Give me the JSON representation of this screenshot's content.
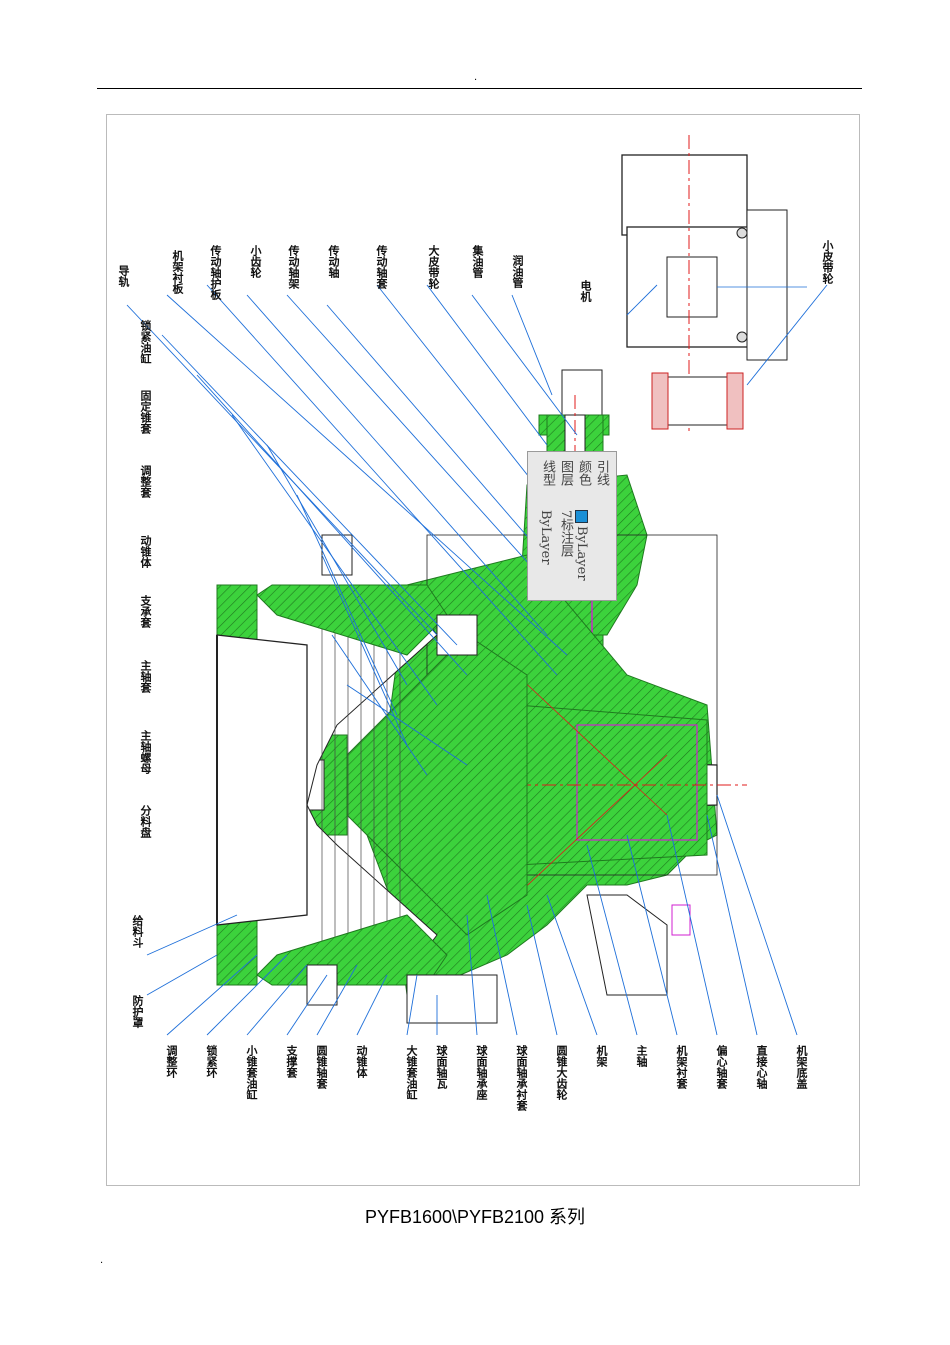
{
  "header": {
    "dot": "."
  },
  "footer": {
    "dot": "."
  },
  "caption": "PYFB1600\\PYFB2100 系列",
  "colors": {
    "casing": "#3cd23c",
    "hatch": "#1f7a1f",
    "centerline": "#e01b1b",
    "magenta": "#d11fd1",
    "callout": "#1e6fd9"
  },
  "property_box": {
    "keys": [
      "引线",
      "颜色",
      "图层",
      "线型"
    ],
    "values": [
      "ByLayer",
      "7标注层",
      "ByLayer"
    ]
  },
  "top_labels": [
    "导轨",
    "锁紧油缸",
    "固定锥套",
    "调整套",
    "动锥体",
    "支承套",
    "主轴套",
    "主轴螺母",
    "分料盘"
  ],
  "top_labels_right": [
    "机架衬板",
    "传动轴护板",
    "小齿轮",
    "传动轴架",
    "传动轴",
    "传动轴套",
    "大皮带轮",
    "集油管",
    "润油管"
  ],
  "motor_labels": [
    "电机",
    "小皮带轮"
  ],
  "bottom_labels": [
    "给料斗",
    "防护罩",
    "调整环",
    "锁紧环",
    "小锥套油缸",
    "支撑套",
    "圆锥轴套",
    "动锥体",
    "大锥套油缸",
    "球面轴瓦",
    "球面轴承座",
    "球面轴承衬套",
    "圆锥大齿轮",
    "机架",
    "主轴",
    "机架衬套",
    "偏心轴套",
    "直接心轴",
    "机架底盖"
  ]
}
